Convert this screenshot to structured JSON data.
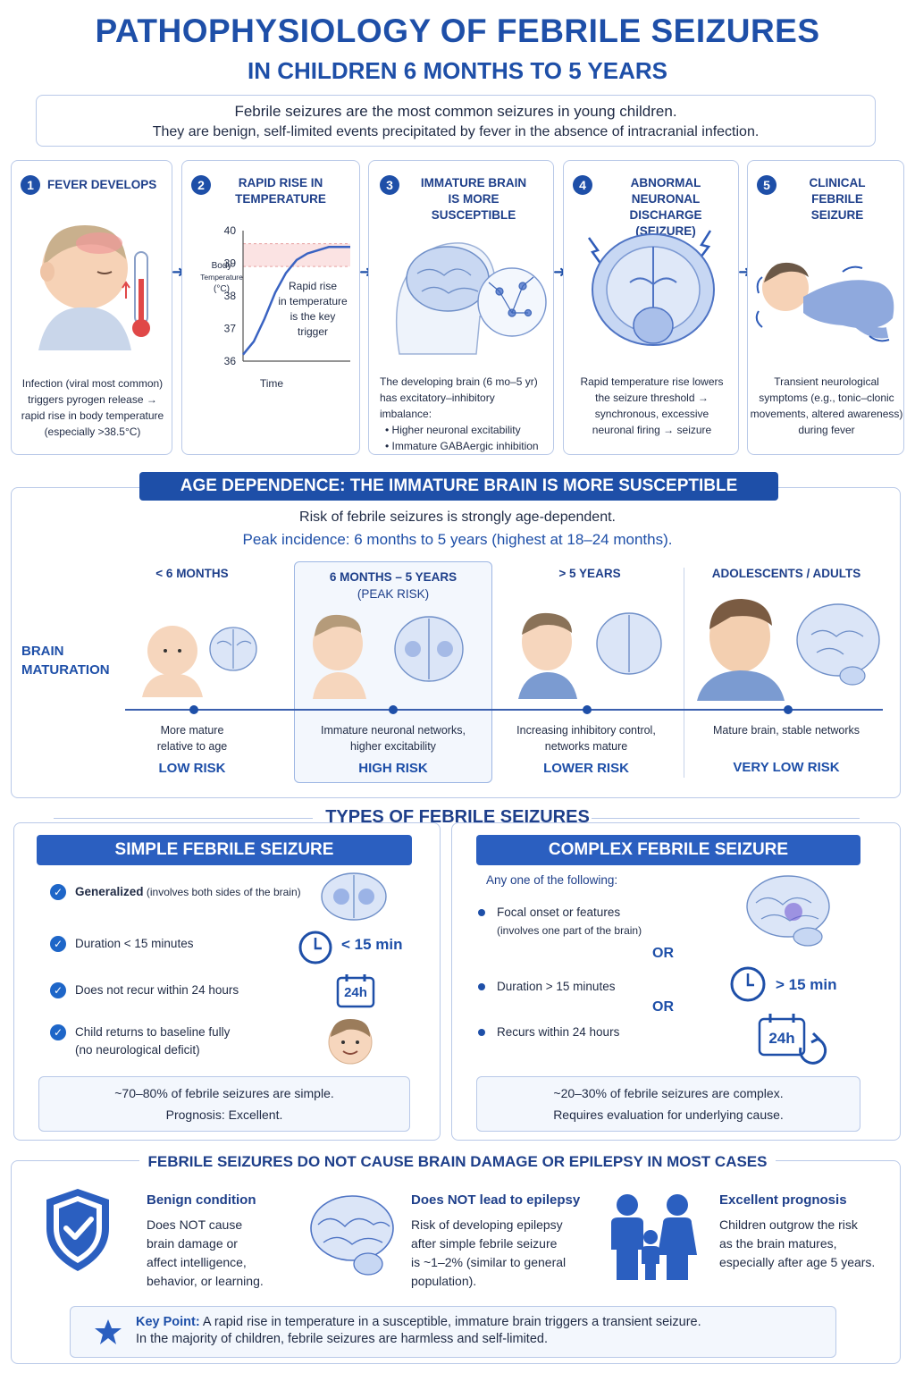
{
  "header": {
    "title": "PATHOPHYSIOLOGY OF FEBRILE SEIZURES",
    "subtitle": "IN CHILDREN 6 MONTHS TO 5 YEARS"
  },
  "intro": {
    "line1": "Febrile seizures are the most common seizures in young children.",
    "line2": "They are benign, self-limited events precipitated by fever in the absence of intracranial infection."
  },
  "steps": [
    {
      "num": "1",
      "title1": "FEVER DEVELOPS",
      "title2": "",
      "desc": [
        "Infection (viral most common)",
        "triggers pyrogen release →",
        "rapid rise in body temperature",
        "(especially >38.5°C)"
      ]
    },
    {
      "num": "2",
      "title1": "RAPID RISE IN",
      "title2": "TEMPERATURE",
      "desc": []
    },
    {
      "num": "3",
      "title1": "IMMATURE BRAIN",
      "title2": "IS MORE SUSCEPTIBLE",
      "desc": [
        "The developing brain (6 mo–5 yr)",
        "has excitatory–inhibitory imbalance:",
        "• Higher neuronal excitability",
        "• Immature GABAergic inhibition"
      ]
    },
    {
      "num": "4",
      "title1": "ABNORMAL NEURONAL",
      "title2": "DISCHARGE (SEIZURE)",
      "desc": [
        "Rapid temperature rise lowers",
        "the seizure threshold →",
        "synchronous, excessive",
        "neuronal firing → seizure"
      ]
    },
    {
      "num": "5",
      "title1": "CLINICAL FEBRILE",
      "title2": "SEIZURE",
      "desc": [
        "Transient neurological",
        "symptoms (e.g., tonic–clonic",
        "movements, altered awareness)",
        "during fever"
      ]
    }
  ],
  "chart_data": {
    "type": "line",
    "x": [
      0,
      1,
      2,
      3,
      4,
      5,
      6,
      7,
      8,
      9,
      10
    ],
    "y": [
      36.2,
      36.6,
      37.3,
      38.1,
      38.7,
      39.1,
      39.3,
      39.4,
      39.5,
      39.5,
      39.5
    ],
    "xlabel": "Time",
    "ylabel_lines": [
      "Body",
      "Temperature",
      "(°C)"
    ],
    "yticks": [
      "40",
      "39",
      "38",
      "37",
      "36"
    ],
    "ylim": [
      36,
      40
    ],
    "annotation": [
      "Rapid rise",
      "in temperature",
      "is the key",
      "trigger"
    ]
  },
  "age": {
    "banner": "AGE DEPENDENCE: THE IMMATURE BRAIN IS MORE SUSCEPTIBLE",
    "line1": "Risk of febrile seizures is strongly age-dependent.",
    "line2": "Peak incidence: 6 months to 5 years (highest at 18–24 months).",
    "row_label": [
      "BRAIN",
      "MATURATION"
    ],
    "groups": [
      {
        "head1": "< 6 MONTHS",
        "head2": "",
        "desc1": "More mature",
        "desc2": "relative to age",
        "risk": "LOW RISK"
      },
      {
        "head1": "6 MONTHS – 5 YEARS",
        "head2": "(PEAK RISK)",
        "desc1": "Immature neuronal networks,",
        "desc2": "higher excitability",
        "risk": "HIGH RISK"
      },
      {
        "head1": "> 5 YEARS",
        "head2": "",
        "desc1": "Increasing inhibitory control,",
        "desc2": "networks mature",
        "risk": "LOWER RISK"
      },
      {
        "head1": "ADOLESCENTS / ADULTS",
        "head2": "",
        "desc1": "Mature brain, stable networks",
        "desc2": "",
        "risk": "VERY LOW RISK"
      }
    ]
  },
  "types": {
    "title": "TYPES OF FEBRILE SEIZURES",
    "simple": {
      "header": "SIMPLE FEBRILE SEIZURE",
      "items": [
        {
          "bold": "Generalized",
          "rest": " (involves both sides of the brain)"
        },
        {
          "bold": "",
          "rest": "Duration < 15 minutes"
        },
        {
          "bold": "",
          "rest": "Does not recur within 24 hours"
        },
        {
          "bold": "",
          "rest": "Child returns to baseline fully"
        }
      ],
      "item4_line2": "(no neurological deficit)",
      "duration_label": "< 15 min",
      "calendar_label": "24h",
      "summary1": "~70–80% of febrile seizures are simple.",
      "summary2": "Prognosis: Excellent."
    },
    "complex": {
      "header": "COMPLEX FEBRILE SEIZURE",
      "lead": "Any one of the following:",
      "item1": "Focal onset or features",
      "item1_sub": "(involves one part of the brain)",
      "or": "OR",
      "item2": "Duration > 15 minutes",
      "item3": "Recurs within 24 hours",
      "duration_label": "> 15 min",
      "calendar_label": "24h",
      "summary1": "~20–30% of febrile seizures are complex.",
      "summary2": "Requires evaluation for underlying cause."
    }
  },
  "benign": {
    "title": "FEBRILE SEIZURES DO NOT CAUSE BRAIN DAMAGE OR EPILEPSY IN MOST CASES",
    "cols": [
      {
        "title": "Benign condition",
        "lines": [
          "Does NOT cause",
          "brain damage or",
          "affect intelligence,",
          "behavior, or learning."
        ]
      },
      {
        "title": "Does NOT lead to epilepsy",
        "lines": [
          "Risk of developing epilepsy",
          "after simple febrile seizure",
          "is ~1–2% (similar to general",
          "population)."
        ]
      },
      {
        "title": "Excellent prognosis",
        "lines": [
          "Children outgrow the risk",
          "as the brain matures,",
          "especially after age 5 years."
        ]
      }
    ],
    "key_label": "Key Point:",
    "key_line1": " A rapid rise in temperature in a susceptible, immature brain triggers a transient seizure.",
    "key_line2": "In the majority of children, febrile seizures are harmless and self-limited."
  },
  "colors": {
    "primary": "#1e4fa8",
    "light": "#f3f7fd",
    "border": "#b9c9e8"
  },
  "icons": [
    "thermometer-icon",
    "clock-icon",
    "calendar-icon",
    "shield-check-icon",
    "brain-icon",
    "family-icon",
    "star-icon",
    "check-icon"
  ]
}
